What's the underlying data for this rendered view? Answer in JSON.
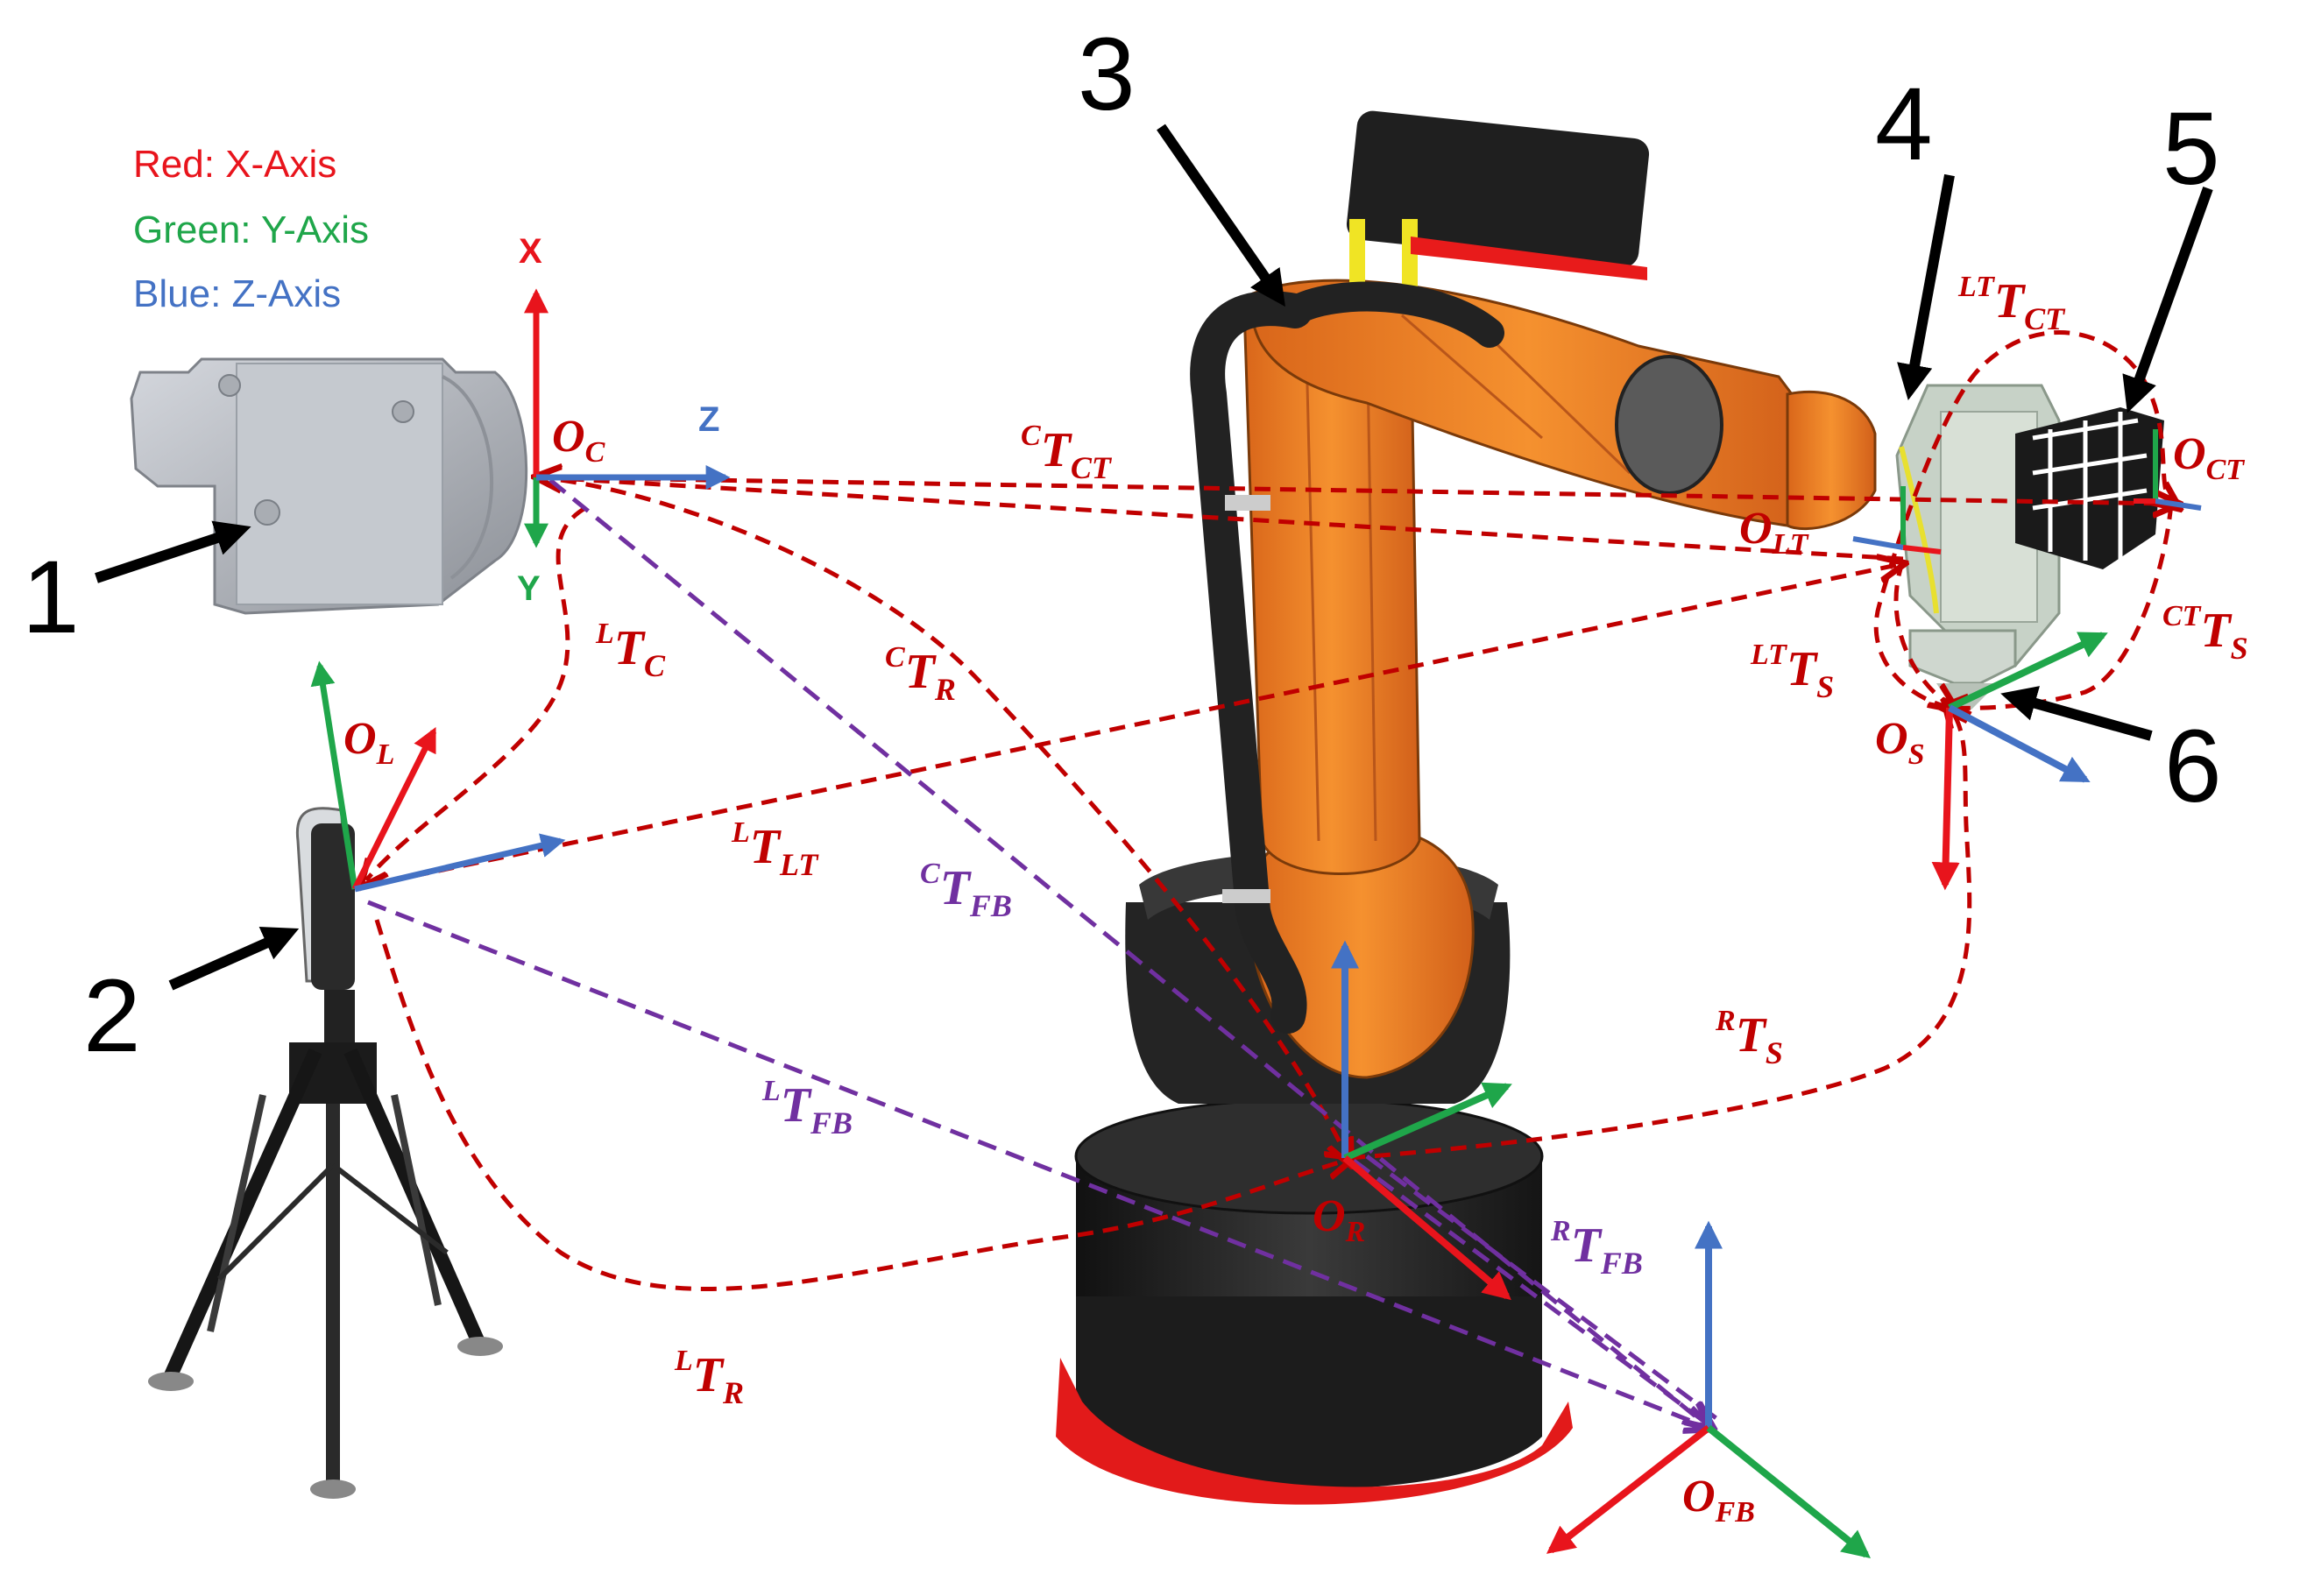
{
  "legend": {
    "x_axis": "Red: X-Axis",
    "y_axis": "Green: Y-Axis",
    "z_axis": "Blue: Z-Axis"
  },
  "colors": {
    "x_axis": "#e8141c",
    "y_axis": "#1fa64a",
    "z_axis": "#4472c4",
    "transform_dashed": "#c00000",
    "transform_purple": "#7030a0",
    "robot_orange": "#f07f1f",
    "robot_dark": "#232323"
  },
  "component_numbers": [
    "1",
    "2",
    "3",
    "4",
    "5",
    "6"
  ],
  "camera_axes": {
    "x": "X",
    "y": "Y",
    "z": "Z"
  },
  "frames": {
    "camera": {
      "base": "O",
      "sub": "C"
    },
    "laser_tracker": {
      "base": "O",
      "sub": "L"
    },
    "robot": {
      "base": "O",
      "sub": "R"
    },
    "fixed_base": {
      "base": "O",
      "sub": "FB"
    },
    "lt_target": {
      "base": "O",
      "sub": "LT"
    },
    "camera_target": {
      "base": "O",
      "sub": "CT"
    },
    "sensor": {
      "base": "O",
      "sub": "S"
    }
  },
  "transforms": {
    "c_t_ct": {
      "pre": "C",
      "base": "T",
      "sub": "CT"
    },
    "lt_t_ct": {
      "pre": "LT",
      "base": "T",
      "sub": "CT"
    },
    "ct_t_s": {
      "pre": "CT",
      "base": "T",
      "sub": "S"
    },
    "lt_t_s": {
      "pre": "LT",
      "base": "T",
      "sub": "S"
    },
    "l_t_c": {
      "pre": "L",
      "base": "T",
      "sub": "C"
    },
    "c_t_r": {
      "pre": "C",
      "base": "T",
      "sub": "R"
    },
    "l_t_lt": {
      "pre": "L",
      "base": "T",
      "sub": "LT"
    },
    "c_t_fb": {
      "pre": "C",
      "base": "T",
      "sub": "FB"
    },
    "l_t_fb": {
      "pre": "L",
      "base": "T",
      "sub": "FB"
    },
    "r_t_s": {
      "pre": "R",
      "base": "T",
      "sub": "S"
    },
    "r_t_fb": {
      "pre": "R",
      "base": "T",
      "sub": "FB"
    },
    "l_t_r": {
      "pre": "L",
      "base": "T",
      "sub": "R"
    }
  }
}
